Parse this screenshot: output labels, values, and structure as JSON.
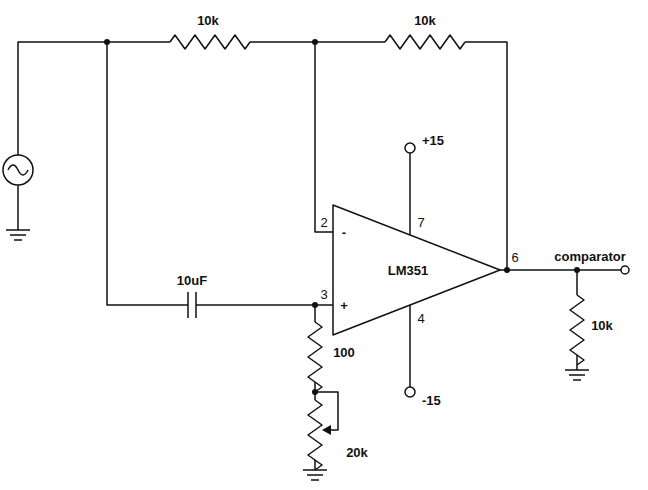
{
  "diagram": {
    "labels": [
      "10k",
      "10k",
      "2",
      "-",
      "3",
      "+",
      "+15",
      "7",
      "LM351",
      "4",
      "-15",
      "6",
      "comparator",
      "10k",
      "10uF",
      "100",
      "20k"
    ]
  }
}
